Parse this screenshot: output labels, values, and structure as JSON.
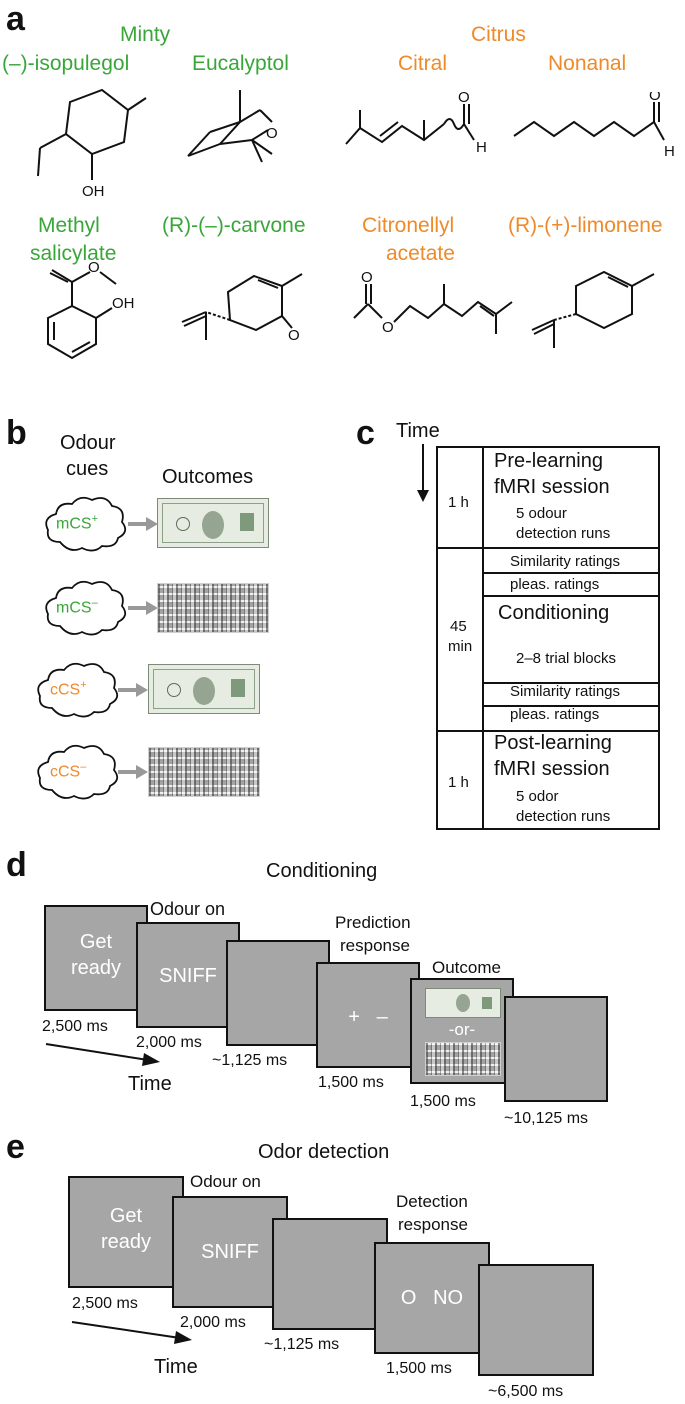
{
  "panel_a": {
    "letter": "a",
    "group_minty": "Minty",
    "group_citrus": "Citrus",
    "molecules": {
      "isopulegol": "(–)-isopulegol",
      "eucalyptol": "Eucalyptol",
      "citral": "Citral",
      "nonanal": "Nonanal",
      "methyl_salicylate_1": "Methyl",
      "methyl_salicylate_2": "salicylate",
      "carvone": "(R)-(–)-carvone",
      "citronellyl_1": "Citronellyl",
      "citronellyl_2": "acetate",
      "limonene": "(R)-(+)-limonene"
    },
    "atoms": {
      "oh": "OH",
      "o": "O",
      "h": "H"
    }
  },
  "panel_b": {
    "letter": "b",
    "odour_cues_1": "Odour",
    "odour_cues_2": "cues",
    "outcomes": "Outcomes",
    "cues": [
      {
        "base": "mCS",
        "sup": "+",
        "color": "#3aa63a",
        "outcome": "dollar"
      },
      {
        "base": "mCS",
        "sup": "–",
        "color": "#3aa63a",
        "outcome": "scrambled"
      },
      {
        "base": "cCS",
        "sup": "+",
        "color": "#ee8a2a",
        "outcome": "dollar"
      },
      {
        "base": "cCS",
        "sup": "–",
        "color": "#ee8a2a",
        "outcome": "scrambled"
      }
    ]
  },
  "panel_c": {
    "letter": "c",
    "time_label": "Time",
    "blocks": [
      {
        "duration": "1 h",
        "title_1": "Pre-learning",
        "title_2": "fMRI session",
        "sub_1": "5 odour",
        "sub_2": "detection runs"
      },
      {
        "duration_1": "45",
        "duration_2": "min",
        "rows": [
          "Similarity ratings",
          "pleas. ratings",
          "Conditioning",
          "2–8 trial blocks",
          "Similarity ratings",
          "pleas. ratings"
        ]
      },
      {
        "duration": "1 h",
        "title_1": "Post-learning",
        "title_2": "fMRI session",
        "sub_1": "5 odor",
        "sub_2": "detection runs"
      }
    ]
  },
  "panel_d": {
    "letter": "d",
    "title": "Conditioning",
    "screens": {
      "get_ready_1": "Get",
      "get_ready_2": "ready",
      "sniff": "SNIFF",
      "plus_minus": "+   –",
      "or": "-or-"
    },
    "captions": {
      "odour_on": "Odour on",
      "prediction_1": "Prediction",
      "prediction_2": "response",
      "outcome": "Outcome"
    },
    "durations": [
      "2,500 ms",
      "2,000 ms",
      "~1,125 ms",
      "1,500 ms",
      "1,500 ms",
      "~10,125 ms"
    ],
    "time_label": "Time"
  },
  "panel_e": {
    "letter": "e",
    "title": "Odor detection",
    "screens": {
      "get_ready_1": "Get",
      "get_ready_2": "ready",
      "sniff": "SNIFF",
      "o_no": "O   NO"
    },
    "captions": {
      "odour_on": "Odour on",
      "detection_1": "Detection",
      "detection_2": "response"
    },
    "durations": [
      "2,500 ms",
      "2,000 ms",
      "~1,125 ms",
      "1,500 ms",
      "~6,500 ms"
    ],
    "time_label": "Time"
  }
}
